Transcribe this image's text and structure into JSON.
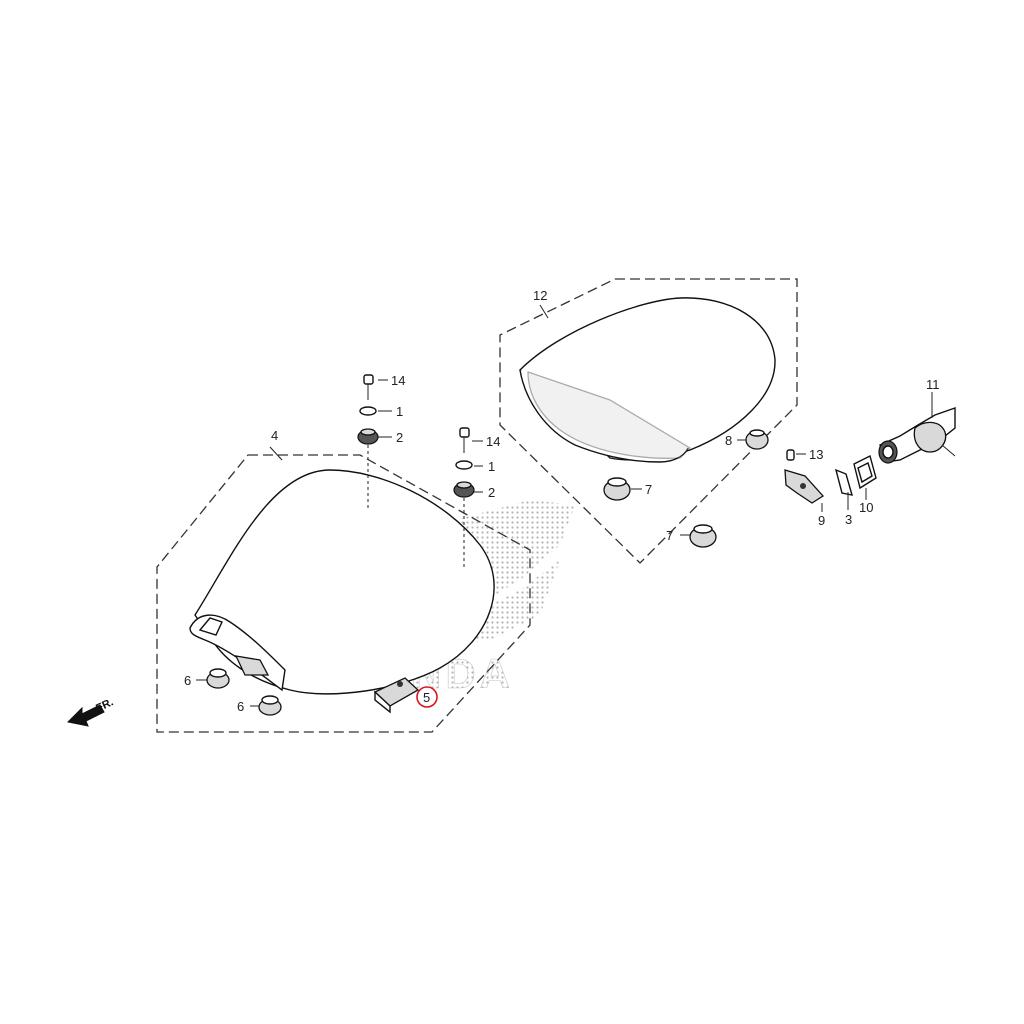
{
  "callouts": {
    "n1a": "1",
    "n1b": "1",
    "n2a": "2",
    "n2b": "2",
    "n3": "3",
    "n4": "4",
    "n5": "5",
    "n6a": "6",
    "n6b": "6",
    "n7a": "7",
    "n7b": "7",
    "n8": "8",
    "n9": "9",
    "n10": "10",
    "n11": "11",
    "n12": "12",
    "n13": "13",
    "n14a": "14",
    "n14b": "14"
  },
  "direction": {
    "label": "FR."
  },
  "watermark": {
    "brand": "HONDA"
  },
  "highlight": {
    "target": "5",
    "color": "#d9141b"
  },
  "colors": {
    "line": "#111111",
    "background": "#ffffff",
    "logo_dots": "#9a9a9a"
  }
}
